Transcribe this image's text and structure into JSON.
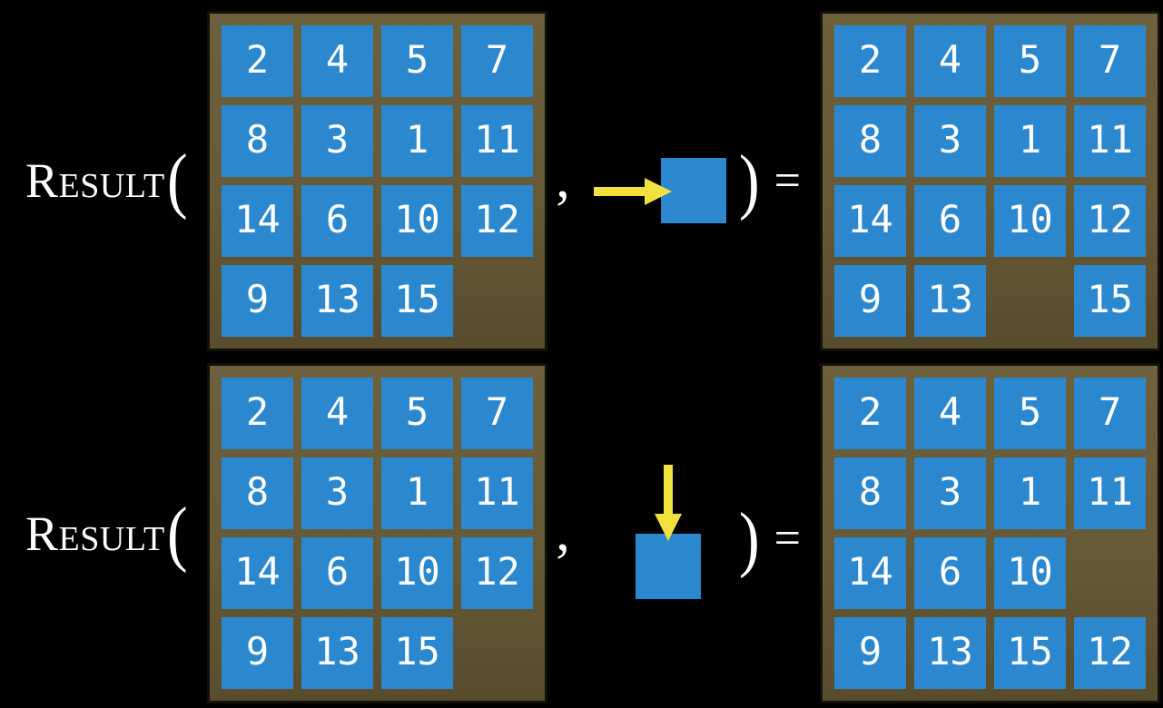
{
  "colors": {
    "background": "#000000",
    "tile_blue": "#2B88CE",
    "frame_brown": "#665A37",
    "arrow_yellow": "#F2E13C",
    "text_white": "#FFFFFF"
  },
  "rows": [
    {
      "function_label": "Result",
      "open_paren": "(",
      "comma": ",",
      "close_paren": ")",
      "equals": "=",
      "action": {
        "direction": "right"
      },
      "input_grid": [
        [
          2,
          4,
          5,
          7
        ],
        [
          8,
          3,
          1,
          11
        ],
        [
          14,
          6,
          10,
          12
        ],
        [
          9,
          13,
          15,
          null
        ]
      ],
      "output_grid": [
        [
          2,
          4,
          5,
          7
        ],
        [
          8,
          3,
          1,
          11
        ],
        [
          14,
          6,
          10,
          12
        ],
        [
          9,
          13,
          null,
          15
        ]
      ]
    },
    {
      "function_label": "Result",
      "open_paren": "(",
      "comma": ",",
      "close_paren": ")",
      "equals": "=",
      "action": {
        "direction": "down"
      },
      "input_grid": [
        [
          2,
          4,
          5,
          7
        ],
        [
          8,
          3,
          1,
          11
        ],
        [
          14,
          6,
          10,
          12
        ],
        [
          9,
          13,
          15,
          null
        ]
      ],
      "output_grid": [
        [
          2,
          4,
          5,
          7
        ],
        [
          8,
          3,
          1,
          11
        ],
        [
          14,
          6,
          10,
          null
        ],
        [
          9,
          13,
          15,
          12
        ]
      ]
    }
  ]
}
